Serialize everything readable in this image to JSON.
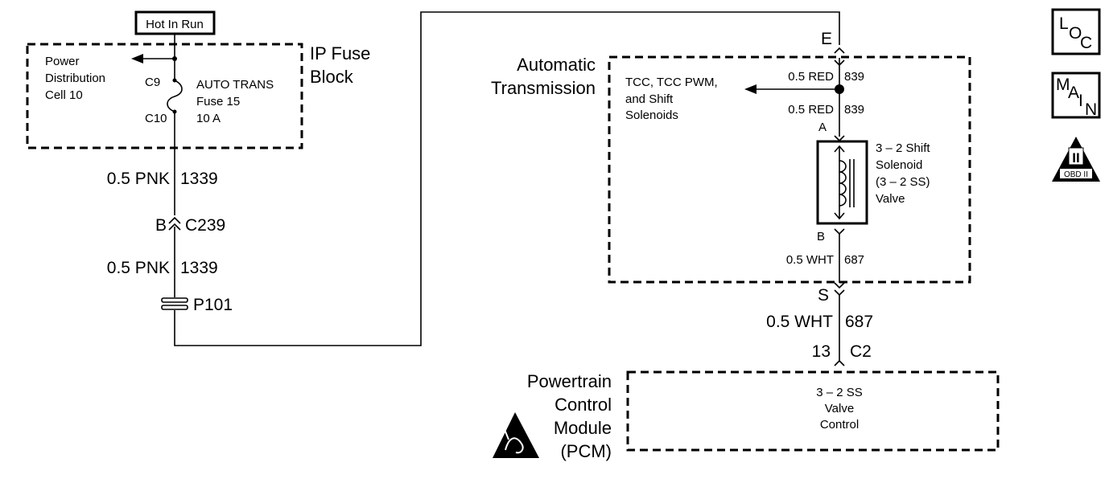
{
  "fuse_block": {
    "source_label": "Hot In Run",
    "title_line1": "IP Fuse",
    "title_line2": "Block",
    "power_dist_line1": "Power",
    "power_dist_line2": "Distribution",
    "power_dist_line3": "Cell 10",
    "pin_c9": "C9",
    "pin_c10": "C10",
    "fuse_line1": "AUTO TRANS",
    "fuse_line2": "Fuse 15",
    "fuse_line3": "10 A"
  },
  "left_wire": {
    "gauge_color_1": "0.5 PNK",
    "circuit_1": "1339",
    "conn_pin": "B",
    "conn_id": "C239",
    "gauge_color_2": "0.5 PNK",
    "circuit_2": "1339",
    "splice_id": "P101"
  },
  "transmission": {
    "title_line1": "Automatic",
    "title_line2": "Transmission",
    "conn_e": "E",
    "wire_top_gauge": "0.5 RED",
    "wire_top_circuit": "839",
    "tcc_line1": "TCC, TCC PWM,",
    "tcc_line2": "and Shift",
    "tcc_line3": "Solenoids",
    "wire_mid_gauge": "0.5 RED",
    "wire_mid_circuit": "839",
    "pin_a": "A",
    "solenoid_line1": "3 – 2 Shift",
    "solenoid_line2": "Solenoid",
    "solenoid_line3": "(3 – 2 SS)",
    "solenoid_line4": "Valve",
    "pin_b": "B",
    "wire_bot_gauge": "0.5 WHT",
    "wire_bot_circuit": "687"
  },
  "pcm_wire": {
    "conn_s": "S",
    "gauge": "0.5 WHT",
    "circuit": "687",
    "pin": "13",
    "conn_id": "C2"
  },
  "pcm": {
    "title_line1": "Powertrain",
    "title_line2": "Control",
    "title_line3": "Module",
    "title_line4": "(PCM)",
    "ctrl_line1": "3 – 2 SS",
    "ctrl_line2": "Valve",
    "ctrl_line3": "Control"
  },
  "nav": {
    "loc_l": "L",
    "loc_o": "O",
    "loc_c": "C",
    "main_m": "M",
    "main_a": "A",
    "main_i": "I",
    "main_n": "N",
    "obd_roman": "II",
    "obd_text": "OBD II"
  }
}
